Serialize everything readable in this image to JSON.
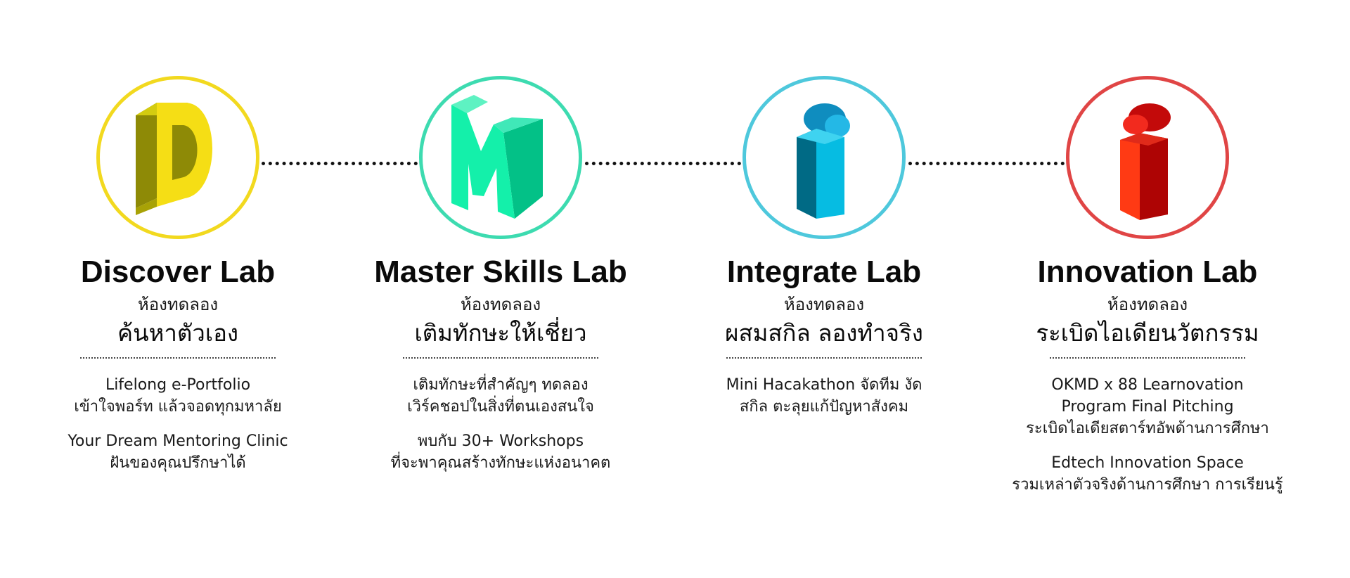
{
  "labs": [
    {
      "title": "Discover Lab",
      "sub": "ห้องทดลอง",
      "main": "ค้นหาตัวเอง",
      "icon": "letter-d-3d-icon",
      "color": "#F2D91F",
      "items": [
        {
          "lines": [
            "Lifelong e-Portfolio",
            "เข้าใจพอร์ท แล้วจอดทุกมหาลัย"
          ]
        },
        {
          "lines": [
            "Your Dream Mentoring Clinic",
            "ฝันของคุณปรึกษาได้"
          ]
        }
      ]
    },
    {
      "title": "Master Skills Lab",
      "sub": "ห้องทดลอง",
      "main": "เติมทักษะให้เชี่ยว",
      "icon": "letter-m-3d-icon",
      "color": "#3DDBB0",
      "items": [
        {
          "lines": [
            "เติมทักษะที่สำคัญๆ ทดลอง",
            "เวิร์คชอปในสิ่งที่ตนเองสนใจ"
          ]
        },
        {
          "lines": [
            "พบกับ 30+ Workshops",
            "ที่จะพาคุณสร้างทักษะแห่งอนาคต"
          ]
        }
      ]
    },
    {
      "title": "Integrate Lab",
      "sub": "ห้องทดลอง",
      "main": "ผสมสกิล ลองทำจริง",
      "icon": "letter-i-blue-3d-icon",
      "color": "#4EC8DC",
      "items": [
        {
          "lines": [
            "Mini Hacakathon จัดทีม งัด",
            "สกิล ตะลุยแก้ปัญหาสังคม"
          ]
        }
      ]
    },
    {
      "title": "Innovation Lab",
      "sub": "ห้องทดลอง",
      "main": "ระเบิดไอเดียนวัตกรรม",
      "icon": "letter-i-red-3d-icon",
      "color": "#E04545",
      "items": [
        {
          "lines": [
            "OKMD x 88 Learnovation",
            "Program Final Pitching",
            "ระเบิดไอเดียสตาร์ทอัพด้านการศึกษา"
          ]
        },
        {
          "lines": [
            "Edtech Innovation Space",
            "รวมเหล่าตัวจริงด้านการศึกษา การเรียนรู้"
          ]
        }
      ]
    }
  ]
}
